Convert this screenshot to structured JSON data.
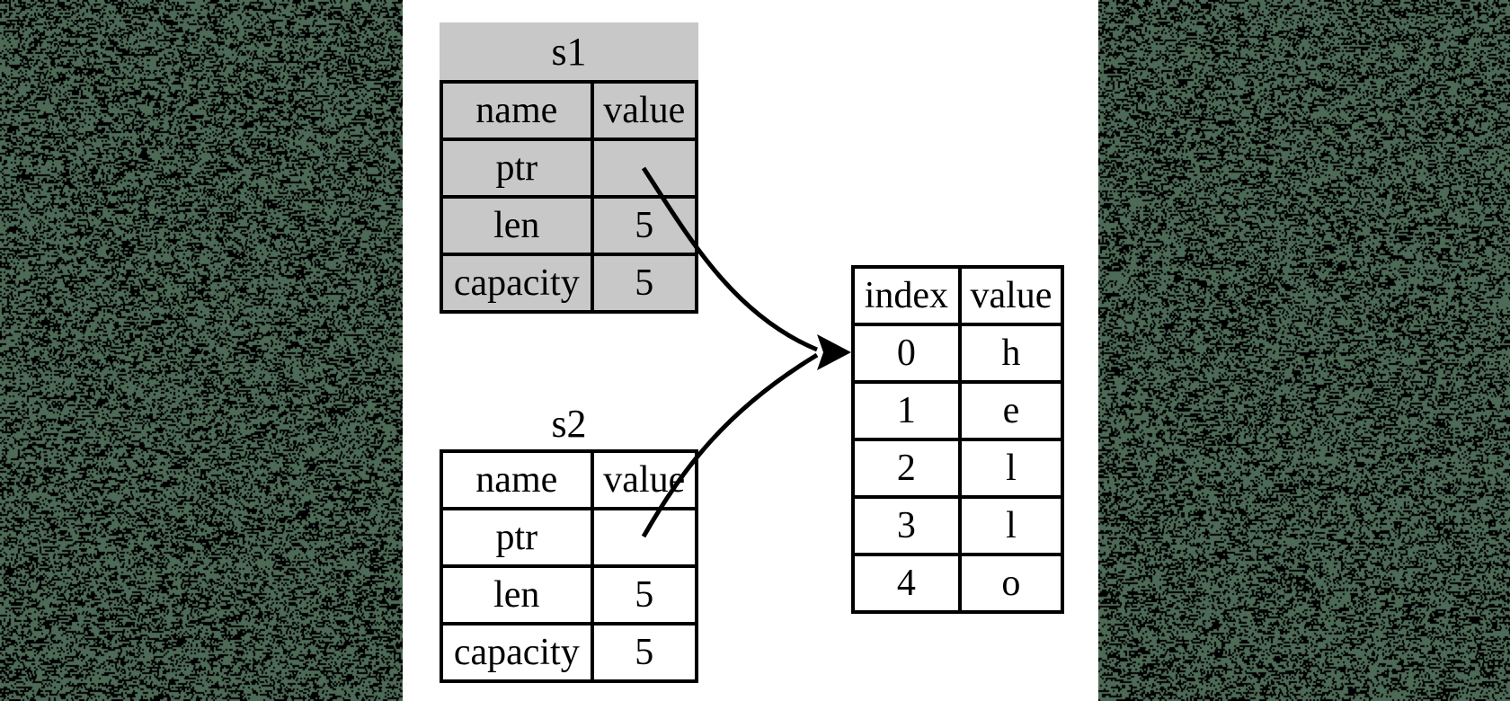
{
  "colors": {
    "background": "#ffffff",
    "noise_base": "#4d6a56",
    "noise_speckle": "#000000",
    "grayed_fill": "#c8c8c8",
    "table_border": "#000000",
    "text": "#000000"
  },
  "tables": {
    "s1": {
      "title": "s1",
      "grayed_out": true,
      "header": [
        "name",
        "value"
      ],
      "rows": [
        [
          "ptr",
          ""
        ],
        [
          "len",
          "5"
        ],
        [
          "capacity",
          "5"
        ]
      ]
    },
    "s2": {
      "title": "s2",
      "grayed_out": false,
      "header": [
        "name",
        "value"
      ],
      "rows": [
        [
          "ptr",
          ""
        ],
        [
          "len",
          "5"
        ],
        [
          "capacity",
          "5"
        ]
      ]
    },
    "heap": {
      "header": [
        "index",
        "value"
      ],
      "rows": [
        [
          "0",
          "h"
        ],
        [
          "1",
          "e"
        ],
        [
          "2",
          "l"
        ],
        [
          "3",
          "l"
        ],
        [
          "4",
          "o"
        ]
      ]
    }
  },
  "arrows": [
    {
      "from": "s1.ptr",
      "to": "heap.row-0"
    },
    {
      "from": "s2.ptr",
      "to": "heap.row-0"
    }
  ]
}
